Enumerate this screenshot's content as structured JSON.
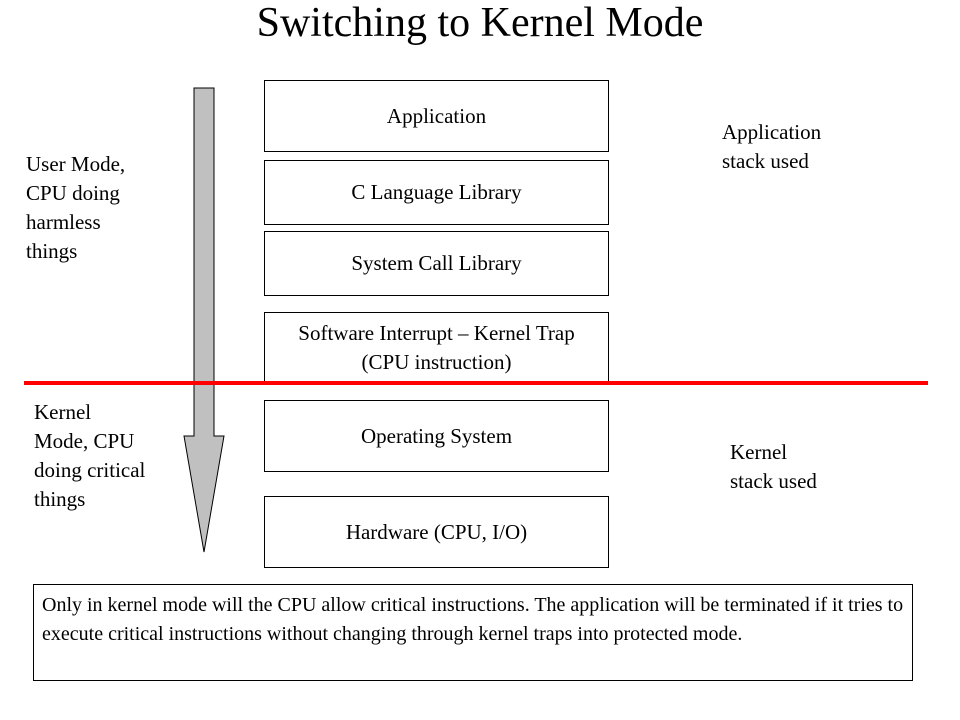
{
  "title": "Switching to Kernel Mode",
  "layers": [
    {
      "id": "application",
      "label": "Application"
    },
    {
      "id": "c-library",
      "label": "C Language Library"
    },
    {
      "id": "syscall-library",
      "label": "System Call Library"
    },
    {
      "id": "software-interrupt",
      "label": "Software Interrupt – Kernel Trap\n(CPU instruction)"
    },
    {
      "id": "operating-system",
      "label": "Operating System"
    },
    {
      "id": "hardware",
      "label": "Hardware (CPU, I/O)"
    }
  ],
  "user_mode_label": "User Mode,\nCPU doing\nharmless\nthings",
  "kernel_mode_label": "Kernel\nMode, CPU\ndoing critical\nthings",
  "app_stack_label": "Application\nstack used",
  "kernel_stack_label": "Kernel\nstack used",
  "note": "Only in kernel mode will the CPU allow critical instructions. The application will be terminated if it tries to execute critical instructions without changing through kernel traps into protected mode.",
  "colors": {
    "boundary_line": "#ff0000",
    "arrow_fill": "#c0c0c0",
    "arrow_stroke": "#000000"
  }
}
